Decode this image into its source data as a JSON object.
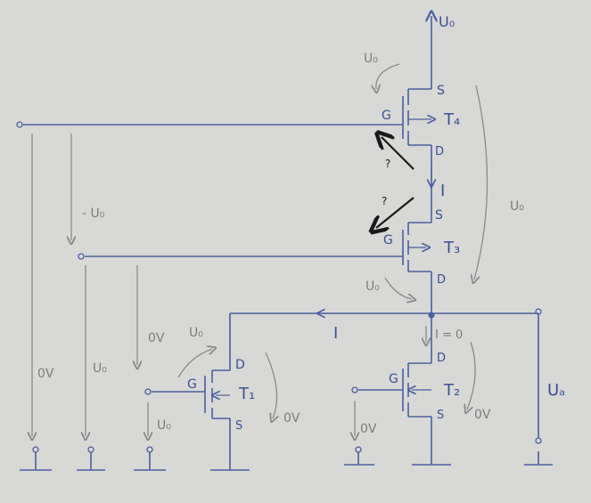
{
  "labels": {
    "vo_top": "U₀",
    "vo_t4_curve": "U₀",
    "t4_s": "S",
    "t4_g": "G",
    "t4_name": "T₄",
    "t4_d": "D",
    "q1": "?",
    "current_mid": "I",
    "q2": "?",
    "vo_right_curve": "U₀",
    "t3_s": "S",
    "minus_vo": "- U₀",
    "t3_g": "G",
    "t3_name": "T₃",
    "vo_t3_curve": "U₀",
    "t3_d": "D",
    "current_left": "I",
    "i_zero": "I = 0",
    "ov_left2": "0V",
    "vo_t1_curve": "U₀",
    "t1_d": "D",
    "t2_d": "D",
    "ov_left1": "0V",
    "vo_left2": "U₀",
    "t1_g": "G",
    "t1_name": "T₁",
    "t2_g": "G",
    "t2_name": "T₂",
    "va": "Uₐ",
    "vo_left3": "U₀",
    "t1_s": "S",
    "ov_t1": "0V",
    "t2_s": "S",
    "ov_t2_gate": "0V",
    "ov_t2": "0V"
  },
  "colors": {
    "paper": "#d8d8d6",
    "wire": "#4a5fa0",
    "pencil": "#8a8a8a",
    "ink": "#1a1a1a"
  }
}
